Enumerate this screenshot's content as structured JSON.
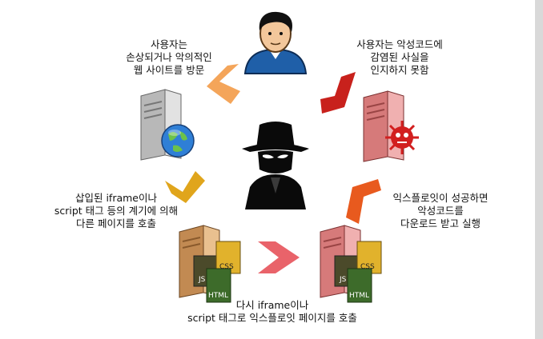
{
  "captions": {
    "top_left": [
      "사용자는",
      "손상되거나 악의적인",
      "웹 사이트를 방문"
    ],
    "top_right": [
      "사용자는 악성코드에",
      "감염된 사실을",
      "인지하지 못함"
    ],
    "mid_left": [
      "삽입된 iframe이나",
      "script 태그 등의 계기에 의해",
      "다른 페이지를 호출"
    ],
    "mid_right": [
      "익스플로잇이 성공하면",
      "악성코드를",
      "다운로드 받고 실행"
    ],
    "bottom": [
      "다시 iframe이나",
      "script 태그로 익스플로잇 페이지를 호출"
    ]
  },
  "file_badges": {
    "js": "JS",
    "css": "CSS",
    "html": "HTML"
  },
  "colors": {
    "arrow_light_orange": "#f4a55a",
    "arrow_dark_red": "#c8211c",
    "arrow_gold": "#e0a51c",
    "arrow_orange_red": "#e85a1e",
    "arrow_salmon": "#e9636a",
    "server_gray": "#cfcfcf",
    "server_tan": "#d9a56c",
    "server_pink": "#e08a8a"
  },
  "icons": [
    "user-icon",
    "hacker-icon",
    "globe-server-icon",
    "infected-server-icon",
    "web-files-server-icon",
    "exploit-server-icon"
  ]
}
